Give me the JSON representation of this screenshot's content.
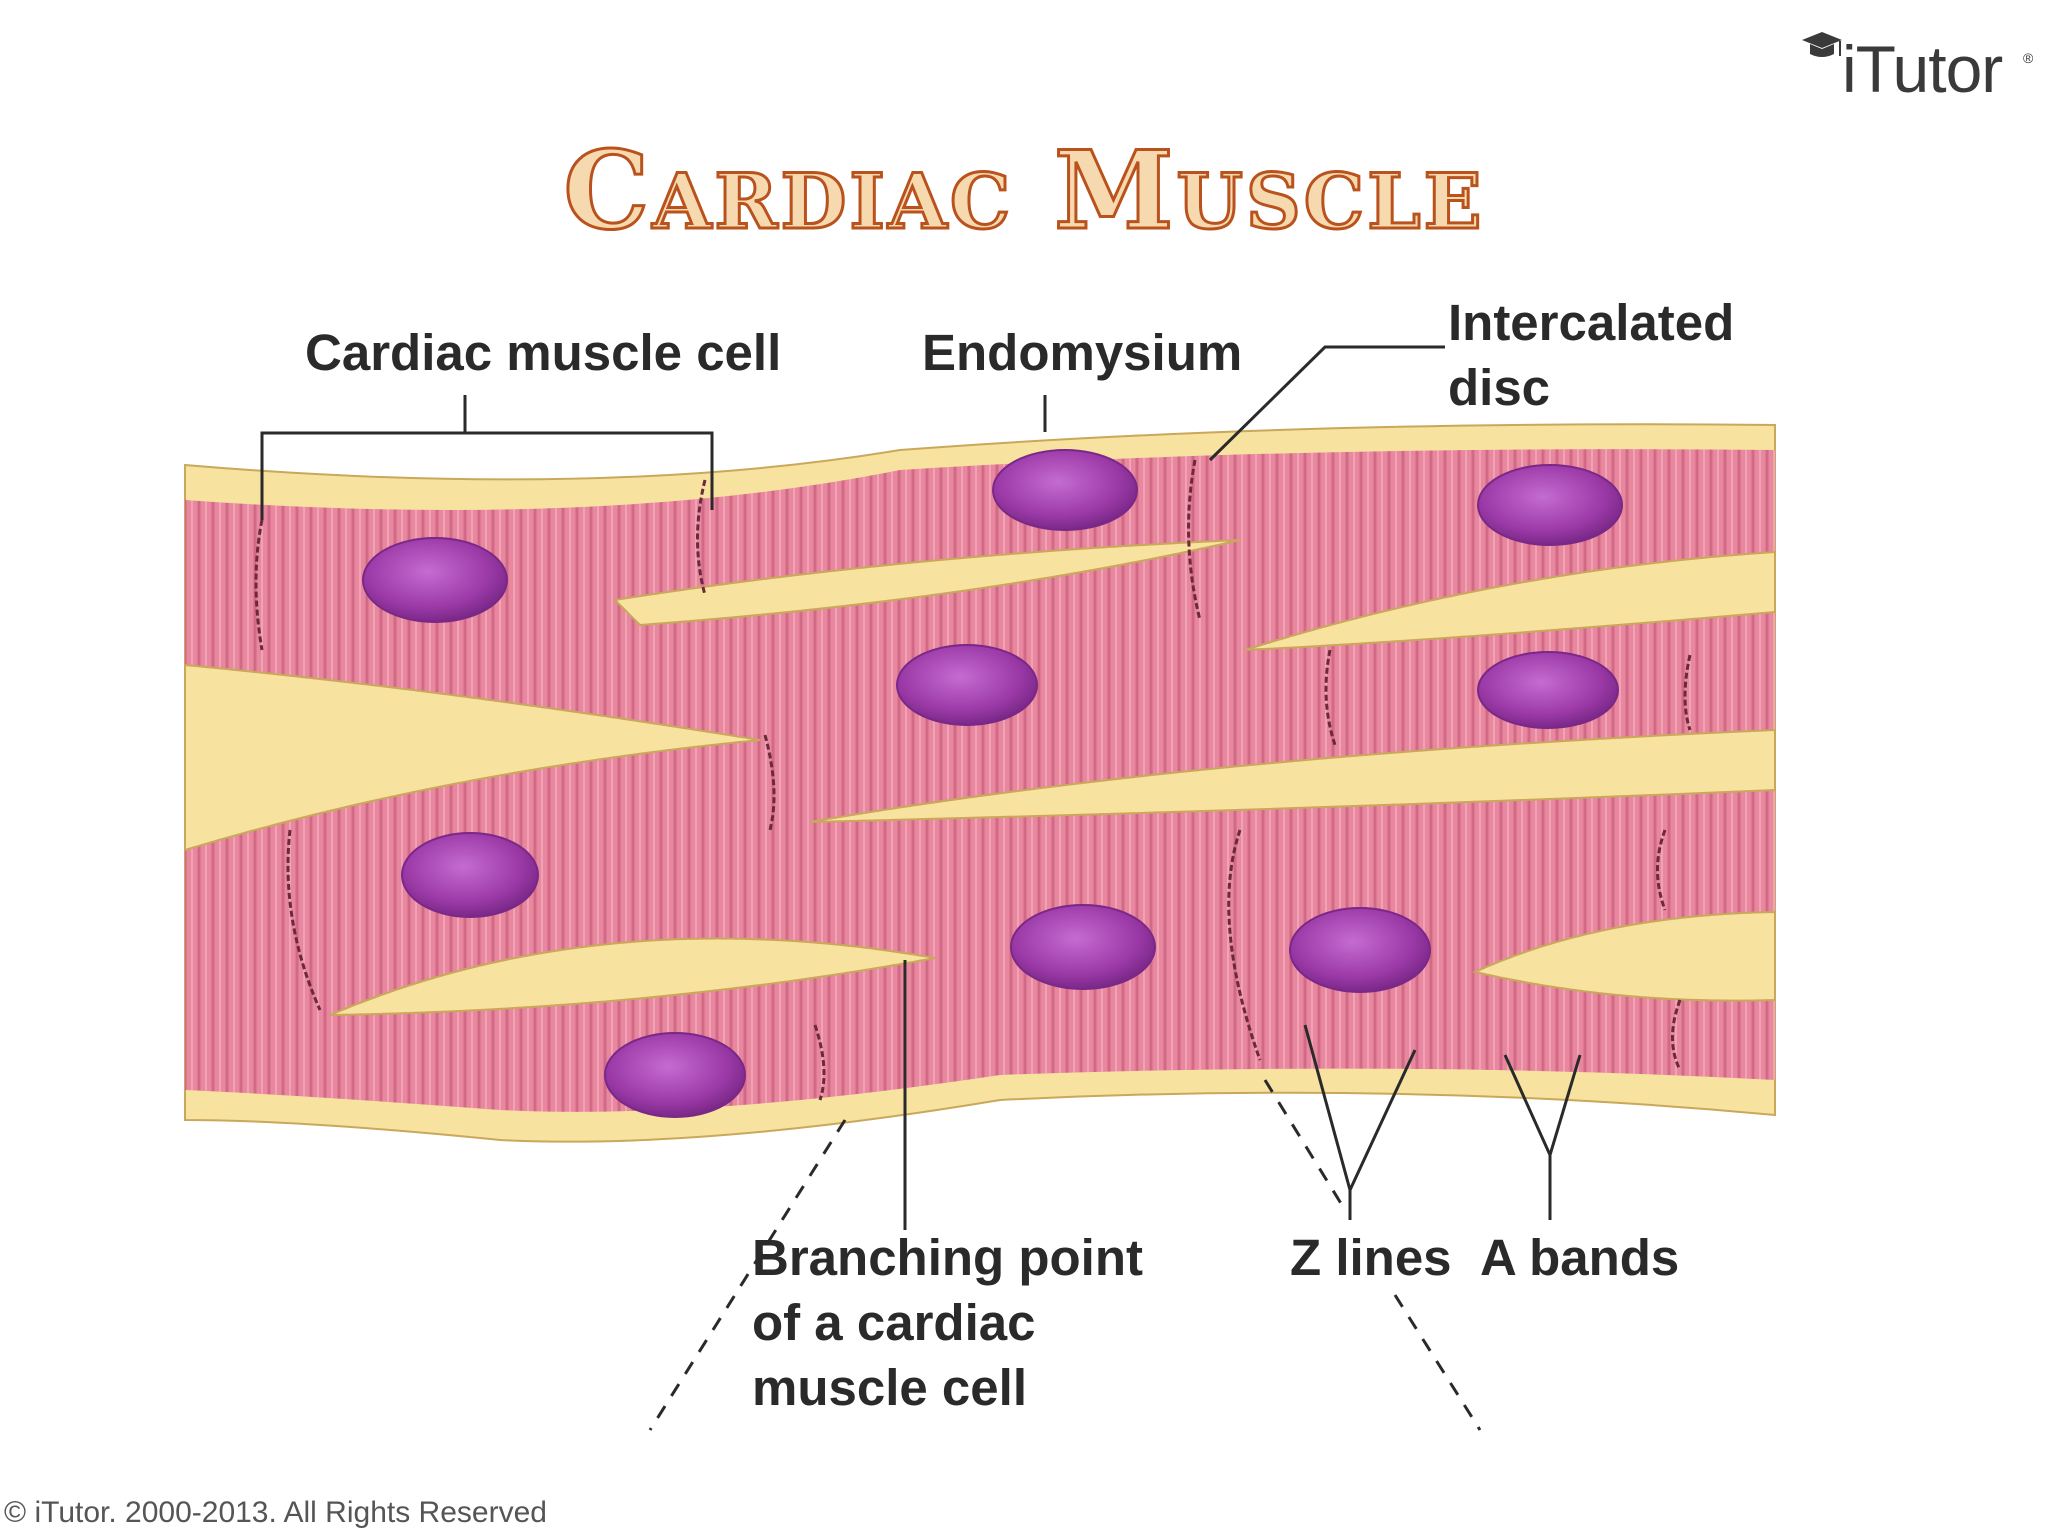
{
  "slide": {
    "title": "Cardiac Muscle",
    "logo": "iTutor",
    "logo_mark": "®",
    "copyright": "© iTutor. 2000-2013. All Rights Reserved"
  },
  "labels": {
    "cell": "Cardiac muscle cell",
    "endomysium": "Endomysium",
    "intercalated_1": "Intercalated",
    "intercalated_2": "disc",
    "branching_1": "Branching point",
    "branching_2": "of a cardiac",
    "branching_3": "muscle cell",
    "zlines": "Z lines",
    "abands": "A bands"
  },
  "colors": {
    "muscle": "#e8879e",
    "muscle_stripe": "#d06a86",
    "endomysium": "#f7e2a0",
    "nucleus": "#9c3aa8",
    "title_fill": "#f7d9b0",
    "title_outline": "#b9521c"
  },
  "icons": {
    "logo_icon": "graduation-cap-icon"
  }
}
